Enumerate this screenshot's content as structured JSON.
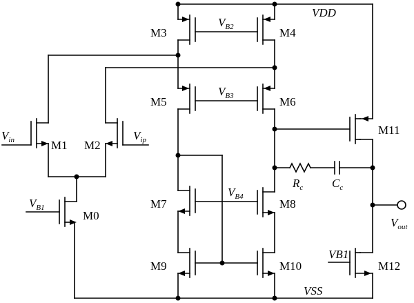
{
  "circuit": {
    "supply_top": "VDD",
    "supply_bottom": "VSS",
    "transistors": {
      "m0": "M0",
      "m1": "M1",
      "m2": "M2",
      "m3": "M3",
      "m4": "M4",
      "m5": "M5",
      "m6": "M6",
      "m7": "M7",
      "m8": "M8",
      "m9": "M9",
      "m10": "M10",
      "m11": "M11",
      "m12": "M12"
    },
    "inputs": {
      "vin_main": "V",
      "vin_sub": "in",
      "vip_main": "V",
      "vip_sub": "ip"
    },
    "biases": {
      "vb1_main": "V",
      "vb1_sub": "B1",
      "vb2_main": "V",
      "vb2_sub": "B2",
      "vb3_main": "V",
      "vb3_sub": "B3",
      "vb4_main": "V",
      "vb4_sub": "B4",
      "vb1_m12": "VB1"
    },
    "compensation": {
      "rc_main": "R",
      "rc_sub": "c",
      "cc_main": "C",
      "cc_sub": "c"
    },
    "output": {
      "main": "V",
      "sub": "out"
    }
  }
}
